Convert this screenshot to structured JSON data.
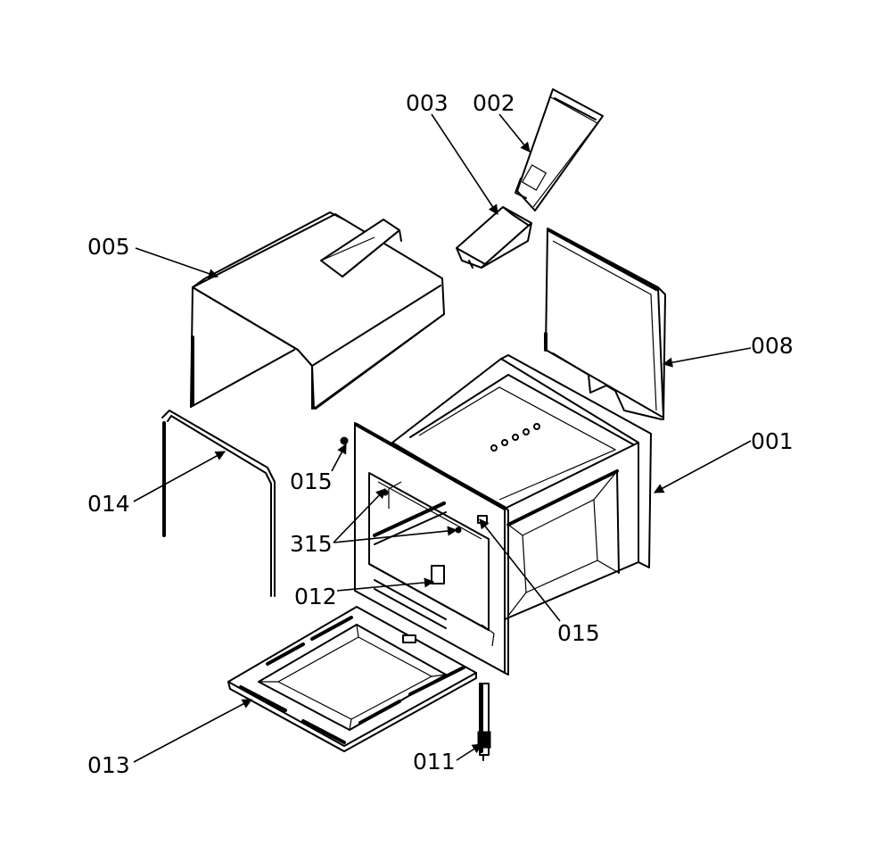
{
  "labels": [
    {
      "id": "003",
      "text": "003"
    },
    {
      "id": "002",
      "text": "002"
    },
    {
      "id": "005",
      "text": "005"
    },
    {
      "id": "008",
      "text": "008"
    },
    {
      "id": "001",
      "text": "001"
    },
    {
      "id": "014",
      "text": "014"
    },
    {
      "id": "015a",
      "text": "015"
    },
    {
      "id": "315",
      "text": "315"
    },
    {
      "id": "012",
      "text": "012"
    },
    {
      "id": "015b",
      "text": "015"
    },
    {
      "id": "013",
      "text": "013"
    },
    {
      "id": "011",
      "text": "011"
    }
  ]
}
